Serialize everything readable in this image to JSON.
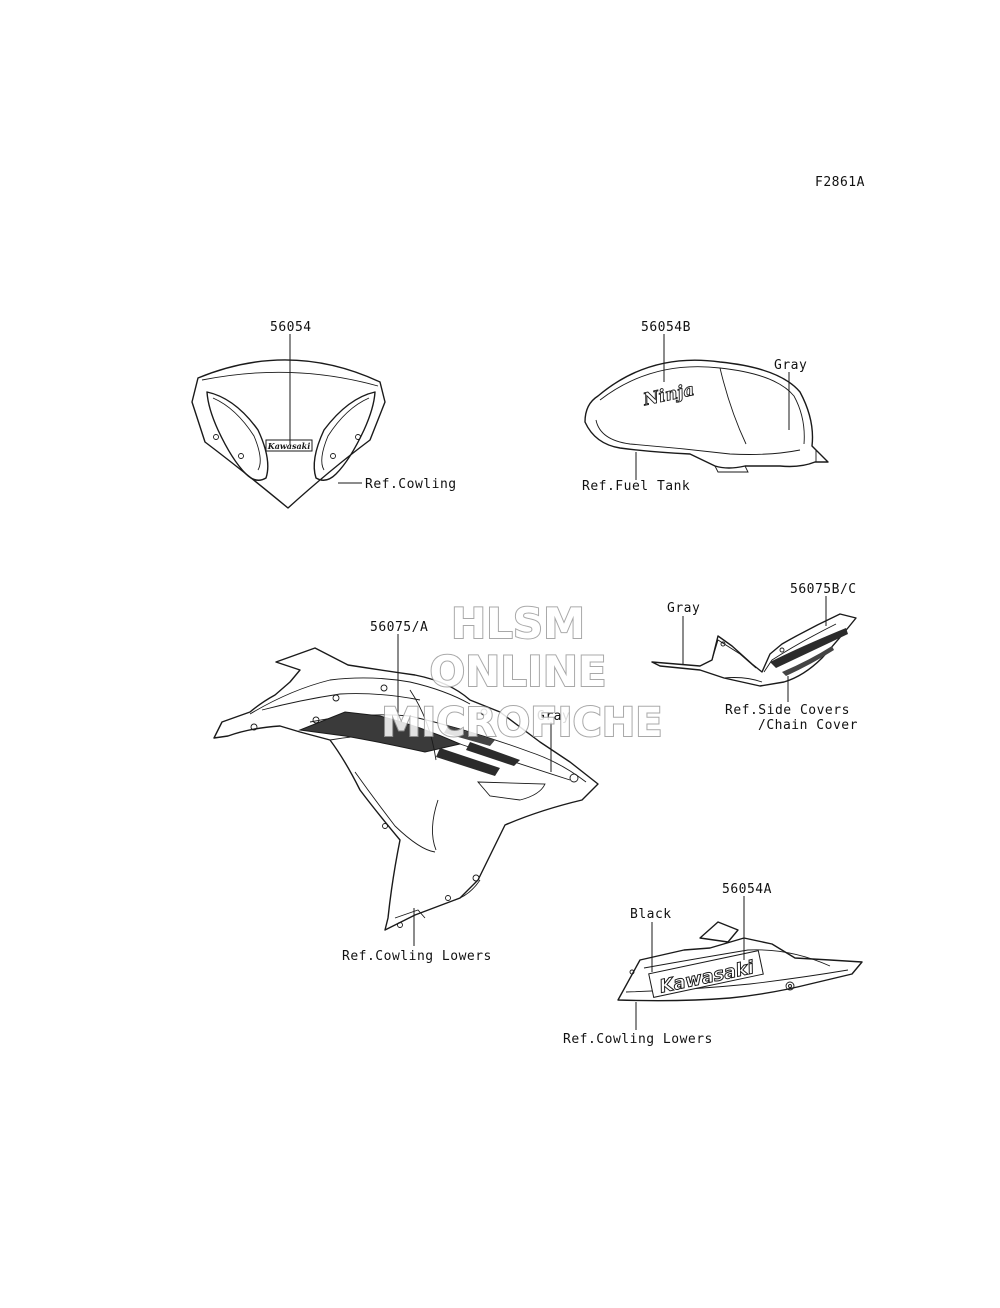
{
  "figure_code": "F2861A",
  "watermark": {
    "line1": "HLSM",
    "line2": "ONLINE",
    "line3": "MICROFICHE"
  },
  "labels": {
    "windshield_part": "56054",
    "windshield_ref": "Ref.Cowling",
    "windshield_logo": "Kawasaki",
    "tank_part": "56054B",
    "tank_color": "Gray",
    "tank_ref": "Ref.Fuel Tank",
    "tank_logo": "Ninja",
    "cowl_part": "56075/A",
    "cowl_color": "Gray",
    "cowl_ref": "Ref.Cowling Lowers",
    "side_part": "56075B/C",
    "side_color": "Gray",
    "side_ref_line1": "Ref.Side Covers",
    "side_ref_line2": "/Chain Cover",
    "lower_part": "56054A",
    "lower_color": "Black",
    "lower_ref": "Ref.Cowling Lowers",
    "lower_logo": "Kawasaki"
  }
}
